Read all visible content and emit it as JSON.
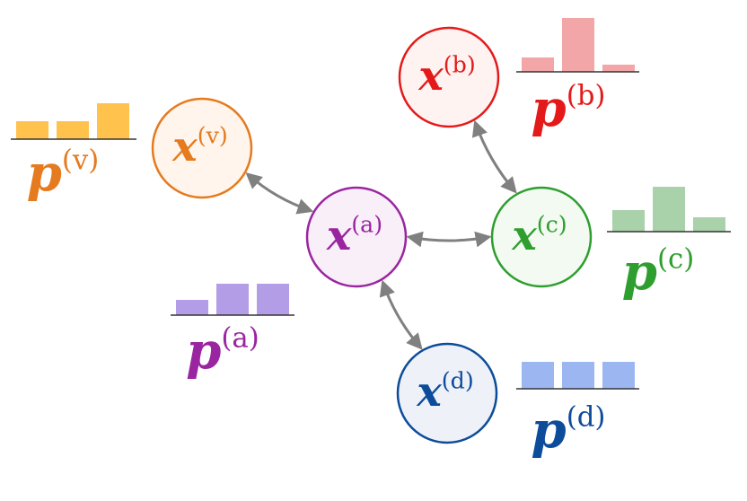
{
  "colors": {
    "edge": "#808080",
    "v": {
      "stroke": "#E57A1E",
      "fill": "#FFF5EC",
      "bar": "#FFC34D",
      "text": "#E57A1E"
    },
    "a": {
      "stroke": "#9A25A0",
      "fill": "#F8EFF9",
      "bar": "#B39DE6",
      "text": "#9A25A0"
    },
    "b": {
      "stroke": "#E41A1A",
      "fill": "#FFF3F2",
      "bar": "#F2A6A8",
      "text": "#E41A1A"
    },
    "c": {
      "stroke": "#2E9E2E",
      "fill": "#F2FAF1",
      "bar": "#A9D1AA",
      "text": "#2E9E2E"
    },
    "d": {
      "stroke": "#0D4C9A",
      "fill": "#EEF2F8",
      "bar": "#9BB6F0",
      "text": "#0D4C9A"
    }
  },
  "nodes": [
    {
      "id": "v",
      "label_base": "x",
      "label_sup": "(v)"
    },
    {
      "id": "a",
      "label_base": "x",
      "label_sup": "(a)"
    },
    {
      "id": "b",
      "label_base": "x",
      "label_sup": "(b)"
    },
    {
      "id": "c",
      "label_base": "x",
      "label_sup": "(c)"
    },
    {
      "id": "d",
      "label_base": "x",
      "label_sup": "(d)"
    }
  ],
  "distributions": [
    {
      "id": "v",
      "label_base": "p",
      "label_sup": "(v)",
      "values": [
        0.2,
        0.2,
        0.4
      ]
    },
    {
      "id": "a",
      "label_base": "p",
      "label_sup": "(a)",
      "values": [
        0.17,
        0.35,
        0.35
      ]
    },
    {
      "id": "b",
      "label_base": "p",
      "label_sup": "(b)",
      "values": [
        0.16,
        0.6,
        0.08
      ]
    },
    {
      "id": "c",
      "label_base": "p",
      "label_sup": "(c)",
      "values": [
        0.24,
        0.5,
        0.16
      ]
    },
    {
      "id": "d",
      "label_base": "p",
      "label_sup": "(d)",
      "values": [
        0.3,
        0.3,
        0.3
      ]
    }
  ],
  "edges": [
    {
      "from": "v",
      "to": "a"
    },
    {
      "from": "a",
      "to": "c"
    },
    {
      "from": "b",
      "to": "c"
    },
    {
      "from": "a",
      "to": "d"
    }
  ]
}
